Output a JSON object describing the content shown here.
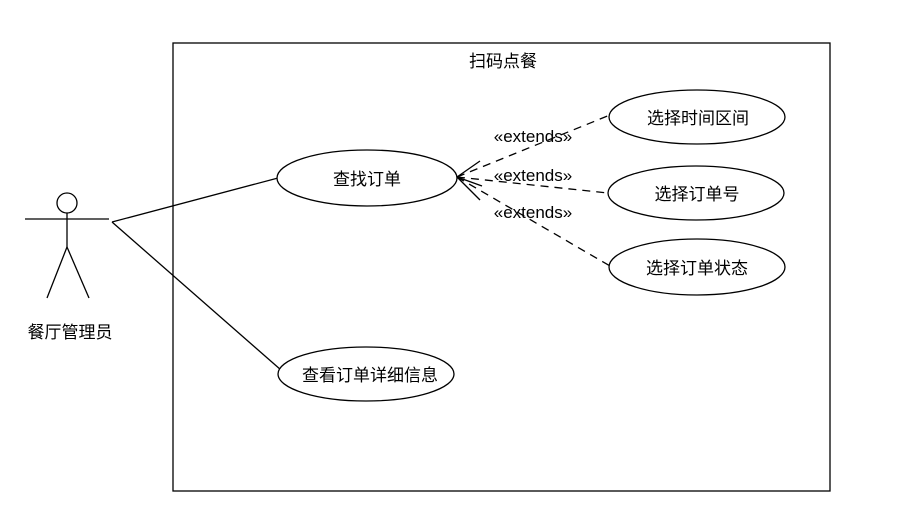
{
  "system": {
    "title": "扫码点餐"
  },
  "actor": {
    "name": "餐厅管理员"
  },
  "use_cases": {
    "find_order": "查找订单",
    "view_order_details": "查看订单详细信息",
    "select_time_range": "选择时间区间",
    "select_order_number": "选择订单号",
    "select_order_status": "选择订单状态"
  },
  "relations": {
    "extends_1": "«extends»",
    "extends_2": "«extends»",
    "extends_3": "«extends»"
  }
}
